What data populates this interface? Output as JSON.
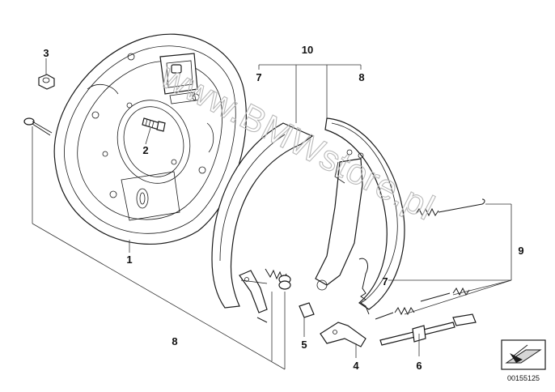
{
  "diagram": {
    "callouts": {
      "c1": "1",
      "c2": "2",
      "c3": "3",
      "c4": "4",
      "c5": "5",
      "c6": "6",
      "c7a": "7",
      "c7b": "7",
      "c8a": "8",
      "c8b": "8",
      "c9": "9",
      "c10": "10"
    },
    "watermark": "www.BMWstore.pl",
    "diagram_number": "00155125"
  },
  "colors": {
    "line": "#1a1a1a",
    "watermark": "#b9b9b9",
    "badge": "#d6d6d6"
  }
}
